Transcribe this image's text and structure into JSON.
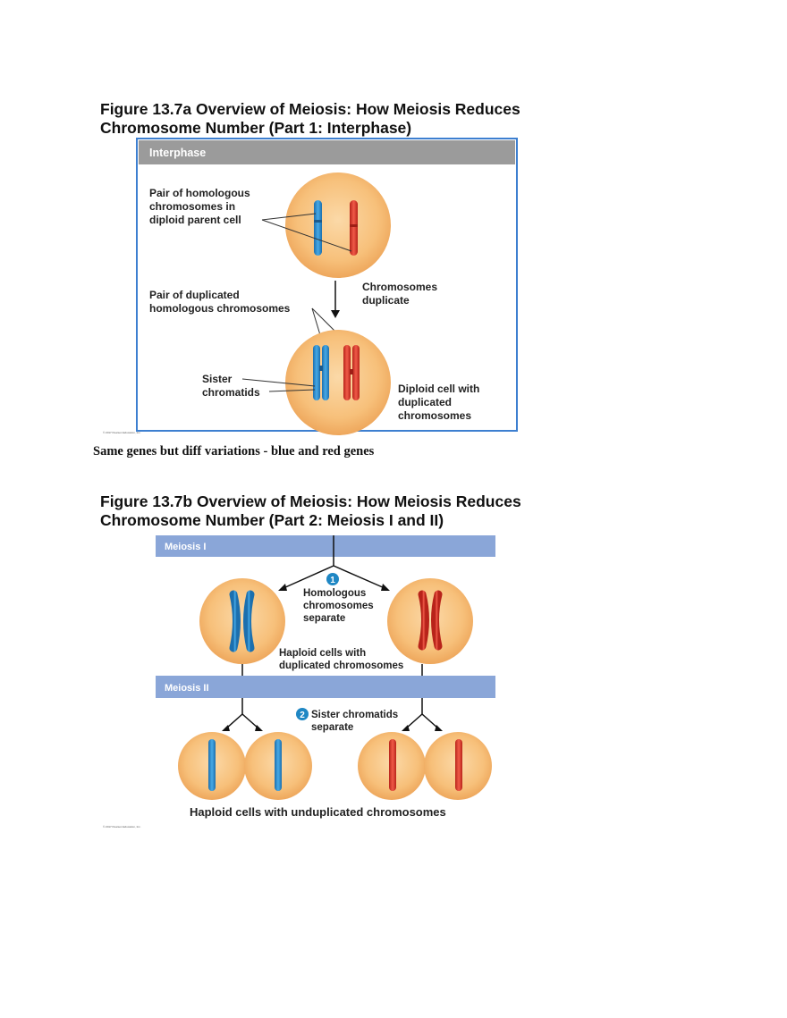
{
  "figure_a": {
    "title_line1": "Figure 13.7a Overview of Meiosis: How Meiosis Reduces",
    "title_line2": "Chromosome Number (Part 1: Interphase)",
    "phase_bar": "Interphase",
    "label_pair_homologous": [
      "Pair of homologous",
      "chromosomes in",
      "diploid parent cell"
    ],
    "label_chromosomes_duplicate": [
      "Chromosomes",
      "duplicate"
    ],
    "label_pair_duplicated": [
      "Pair of duplicated",
      "homologous chromosomes"
    ],
    "label_sister_chromatids": [
      "Sister",
      "chromatids"
    ],
    "label_diploid_cell": [
      "Diploid cell with",
      "duplicated",
      "chromosomes"
    ],
    "copyright": "© 2017 Pearson Education, Inc."
  },
  "caption": "Same genes but diff variations - blue and red genes",
  "figure_b": {
    "title_line1": "Figure 13.7b Overview of Meiosis: How Meiosis Reduces",
    "title_line2": "Chromosome Number (Part 2: Meiosis I and II)",
    "meiosis1_bar": "Meiosis I",
    "meiosis2_bar": "Meiosis II",
    "step1_number": "1",
    "step1_label": [
      "Homologous",
      "chromosomes",
      "separate"
    ],
    "haploid_duplicated_label": [
      "Haploid cells with",
      "duplicated chromosomes"
    ],
    "step2_number": "2",
    "step2_label": [
      "Sister chromatids",
      "separate"
    ],
    "haploid_unduplicated_label": "Haploid cells with unduplicated chromosomes",
    "copyright": "© 2017 Pearson Education, Inc."
  },
  "colors": {
    "cell_fill": "#f7c07a",
    "cell_edge": "#e8a55a",
    "blue_chromosome": "#2e8fd0",
    "red_chromosome": "#e03a2c",
    "interphase_bar": "#9b9b9b",
    "meiosis_bar": "#8aa6d8",
    "frame_border": "#3d7fd0",
    "step_badge": "#1f87c4"
  }
}
